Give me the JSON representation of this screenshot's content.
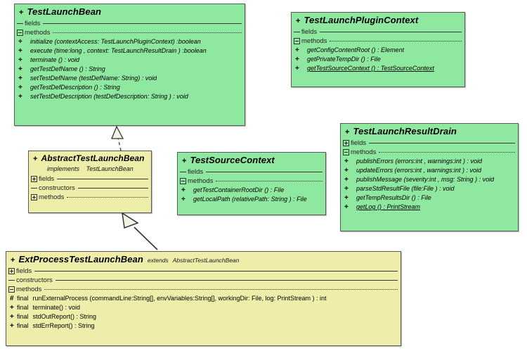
{
  "diagram": {
    "type": "uml-class-diagram",
    "colors": {
      "interface_fill": "#8fe8a0",
      "class_fill": "#eeeeaa",
      "border": "#5a5a5a",
      "text": "#000000",
      "canvas": "#ffffff"
    },
    "section_labels": {
      "fields": "fields",
      "constructors": "constructors",
      "methods": "methods"
    },
    "visibility": {
      "public": "+",
      "protected": "#"
    },
    "keywords": {
      "implements": "implements",
      "extends": "extends",
      "final": "final"
    }
  },
  "classes": {
    "test_launch_bean": {
      "visibility": "+",
      "name": "TestLaunchBean",
      "fields_label": "fields",
      "fields_toggle": "dash",
      "methods_label": "methods",
      "methods_toggle": "minus",
      "methods": [
        {
          "vis": "+",
          "sig": "initialize (contextAccess: TestLaunchPluginContext) :boolean"
        },
        {
          "vis": "+",
          "sig": "execute (time:long ,  context: TestLaunchResultDrain ) :boolean"
        },
        {
          "vis": "+",
          "sig": "terminate () : void"
        },
        {
          "vis": "+",
          "sig": "getTestDefName () : String"
        },
        {
          "vis": "+",
          "sig": "setTestDefName (testDefName: String) : void"
        },
        {
          "vis": "+",
          "sig": "getTestDefDescription () : String"
        },
        {
          "vis": "+",
          "sig": "setTestDefDescription (testDefDescription: String ) : void"
        }
      ]
    },
    "test_launch_plugin_context": {
      "visibility": "+",
      "name": "TestLaunchPluginContext",
      "fields_label": "fields",
      "fields_toggle": "dash",
      "methods_label": "methods",
      "methods_toggle": "minus",
      "methods": [
        {
          "vis": "+",
          "sig": "getConfigContentRoot () : Element"
        },
        {
          "vis": "+",
          "sig": "getPrivateTempDir () : File"
        },
        {
          "vis": "+",
          "sig": "getTestSourceContext () : TestSourceContext",
          "underline": true
        }
      ]
    },
    "test_launch_result_drain": {
      "visibility": "+",
      "name": "TestLaunchResultDrain",
      "fields_label": "fields",
      "fields_toggle": "plus",
      "methods_label": "methods",
      "methods_toggle": "minus",
      "methods": [
        {
          "vis": "+",
          "sig": "publishErrors (errors:int ,  warnings:int ) : void"
        },
        {
          "vis": "+",
          "sig": "updateErrors (errors:int ,  warnings:int ) : void"
        },
        {
          "vis": "+",
          "sig": "publishMessage (severity:int ,  msg: String ) : void"
        },
        {
          "vis": "+",
          "sig": "parseStdResultFile (file:File ) : void"
        },
        {
          "vis": "+",
          "sig": "getTempResultsDir () : File"
        },
        {
          "vis": "+",
          "sig": "getLog () : PrintStream",
          "underline": true
        }
      ]
    },
    "test_source_context": {
      "visibility": "+",
      "name": "TestSourceContext",
      "fields_label": "fields",
      "fields_toggle": "dash",
      "methods_label": "methods",
      "methods_toggle": "minus",
      "methods": [
        {
          "vis": "+",
          "sig": "getTestContainerRootDir () : File"
        },
        {
          "vis": "+",
          "sig": "getLocalPath (relativePath: String ) : File"
        }
      ]
    },
    "abstract_test_launch_bean": {
      "visibility": "+",
      "name": "AbstractTestLaunchBean",
      "implements_kw": "implements",
      "implements_target": "TestLaunchBean",
      "fields_label": "fields",
      "fields_toggle": "plus",
      "constructors_label": "constructors",
      "constructors_toggle": "dash",
      "methods_label": "methods",
      "methods_toggle": "plus"
    },
    "ext_process_test_launch_bean": {
      "visibility": "+",
      "name": "ExtProcessTestLaunchBean",
      "extends_kw": "extends",
      "extends_target": "AbstractTestLaunchBean",
      "fields_label": "fields",
      "fields_toggle": "plus",
      "constructors_label": "constructors",
      "constructors_toggle": "dash",
      "methods_label": "methods",
      "methods_toggle": "minus",
      "methods": [
        {
          "vis": "#",
          "mod": "final",
          "sig": "runExternalProcess (commandLine:String[],  envVariables:String[],  workingDir: File,  log: PrintStream ) : int"
        },
        {
          "vis": "+",
          "mod": "final",
          "sig": "terminate() : void"
        },
        {
          "vis": "+",
          "mod": "final",
          "sig": "stdOutReport() : String"
        },
        {
          "vis": "+",
          "mod": "final",
          "sig": "stdErrReport() : String"
        }
      ]
    }
  },
  "relationships": [
    {
      "name": "realization-abstract-implements-testlaunchbean",
      "kind": "realization",
      "line": "dashed",
      "arrowhead": "hollow-triangle",
      "from": "AbstractTestLaunchBean",
      "to": "TestLaunchBean"
    },
    {
      "name": "generalization-extprocess-extends-abstract",
      "kind": "generalization",
      "line": "solid",
      "arrowhead": "hollow-triangle",
      "from": "ExtProcessTestLaunchBean",
      "to": "AbstractTestLaunchBean"
    }
  ]
}
